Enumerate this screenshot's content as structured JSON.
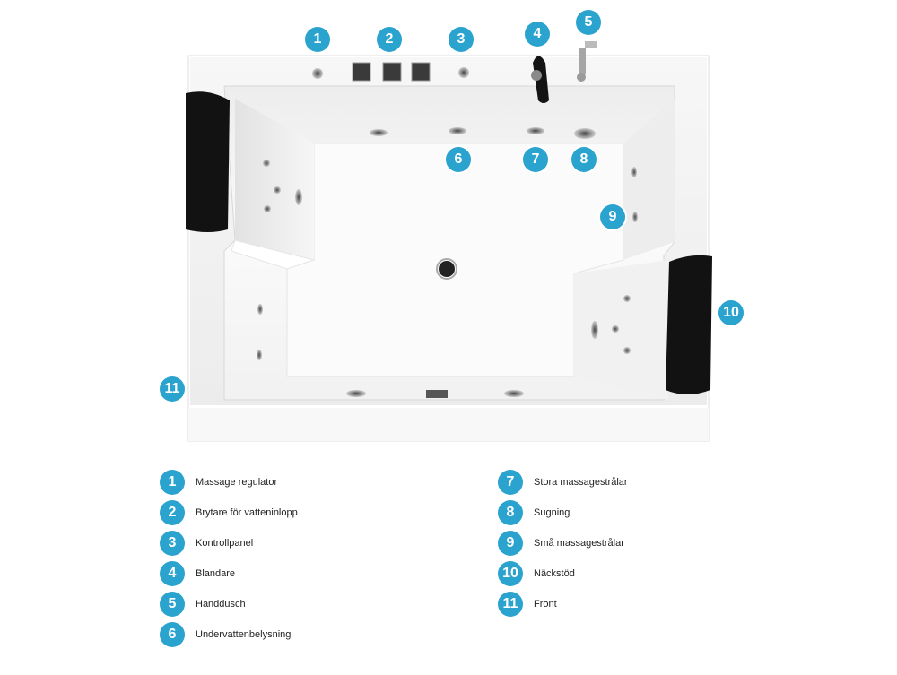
{
  "colors": {
    "badge": "#2ba3cf",
    "tub": "#ffffff",
    "tub_shadow": "#e6e6e6",
    "headrest": "#111111",
    "chrome": "#9a9a9a"
  },
  "callouts": [
    {
      "num": "1",
      "target": "massage-regulator-knob"
    },
    {
      "num": "2",
      "target": "water-inlet-switches"
    },
    {
      "num": "3",
      "target": "control-panel-knob"
    },
    {
      "num": "4",
      "target": "mixer-faucet"
    },
    {
      "num": "5",
      "target": "hand-shower"
    },
    {
      "num": "6",
      "target": "underwater-light"
    },
    {
      "num": "7",
      "target": "large-massage-jet"
    },
    {
      "num": "8",
      "target": "suction-inlet"
    },
    {
      "num": "9",
      "target": "small-massage-jets"
    },
    {
      "num": "10",
      "target": "headrest-right"
    },
    {
      "num": "11",
      "target": "tub-front"
    }
  ],
  "legend": [
    {
      "num": "1",
      "label": "Massage regulator"
    },
    {
      "num": "2",
      "label": "Brytare för vatteninlopp"
    },
    {
      "num": "3",
      "label": "Kontrollpanel"
    },
    {
      "num": "4",
      "label": "Blandare"
    },
    {
      "num": "5",
      "label": "Handdusch"
    },
    {
      "num": "6",
      "label": "Undervattenbelysning"
    },
    {
      "num": "7",
      "label": "Stora massagestrålar"
    },
    {
      "num": "8",
      "label": "Sugning"
    },
    {
      "num": "9",
      "label": "Små massagestrålar"
    },
    {
      "num": "10",
      "label": "Näckstöd"
    },
    {
      "num": "11",
      "label": "Front"
    }
  ]
}
